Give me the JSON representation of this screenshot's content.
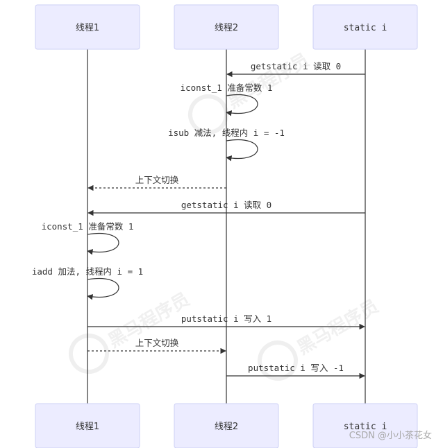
{
  "participants": [
    {
      "id": "t1",
      "label": "线程1",
      "mono": false
    },
    {
      "id": "t2",
      "label": "线程2",
      "mono": false
    },
    {
      "id": "si",
      "label": "static i",
      "mono": true
    }
  ],
  "messages": [
    {
      "id": "m1",
      "from": "si",
      "to": "t2",
      "text": "getstatic i 读取 0",
      "style": "solid"
    },
    {
      "id": "m2",
      "from": "t2",
      "to": "t2",
      "text": "iconst_1 准备常数 1",
      "style": "solid"
    },
    {
      "id": "m3",
      "from": "t2",
      "to": "t2",
      "text": "isub 减法, 线程内 i = -1",
      "style": "solid"
    },
    {
      "id": "m4",
      "from": "t2",
      "to": "t1",
      "text": "上下文切换",
      "style": "dotted"
    },
    {
      "id": "m5",
      "from": "si",
      "to": "t1",
      "text": "getstatic i 读取 0",
      "style": "solid"
    },
    {
      "id": "m6",
      "from": "t1",
      "to": "t1",
      "text": "iconst_1 准备常数 1",
      "style": "solid"
    },
    {
      "id": "m7",
      "from": "t1",
      "to": "t1",
      "text": "iadd 加法, 线程内 i = 1",
      "style": "solid"
    },
    {
      "id": "m8",
      "from": "t1",
      "to": "si",
      "text": "putstatic i 写入 1",
      "style": "solid"
    },
    {
      "id": "m9",
      "from": "t1",
      "to": "t2",
      "text": "上下文切换",
      "style": "dotted"
    },
    {
      "id": "m10",
      "from": "t2",
      "to": "si",
      "text": "putstatic i 写入 -1",
      "style": "solid"
    }
  ],
  "watermark": "CSDN @小小茶花女"
}
